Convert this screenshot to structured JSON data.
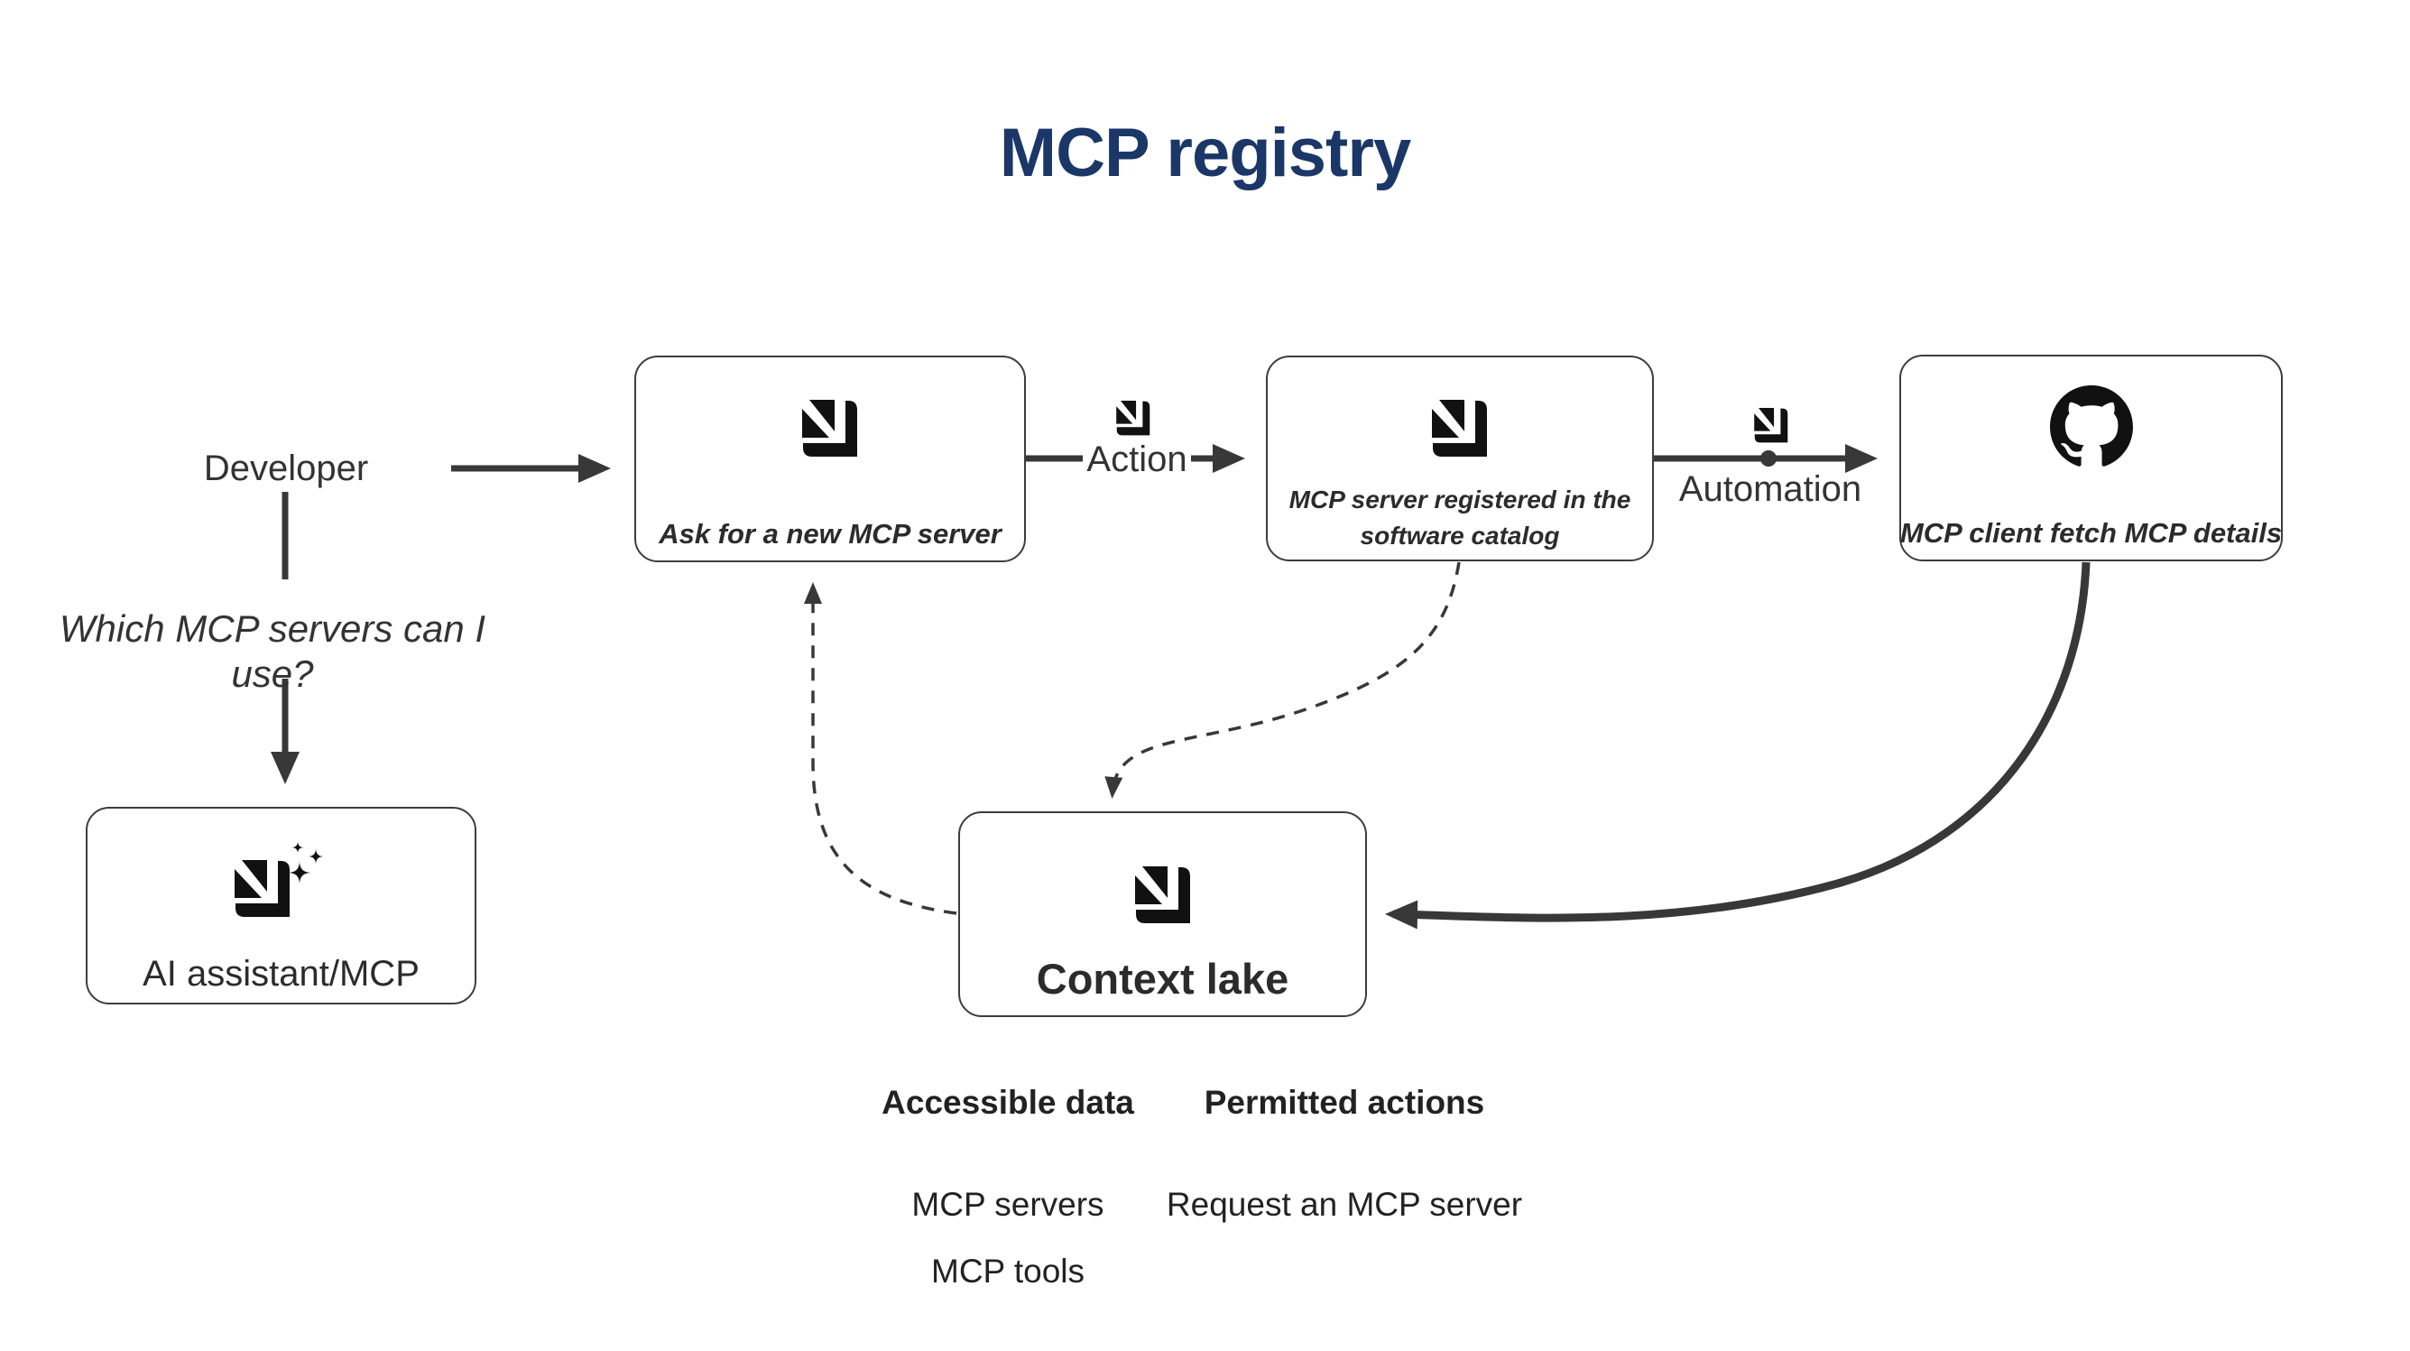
{
  "title": "MCP registry",
  "colors": {
    "title": "#1b3767",
    "line": "#383838",
    "icon": "#111111",
    "box_border": "#3d3d3d",
    "background": "#ffffff"
  },
  "actor": {
    "label": "Developer",
    "question": "Which MCP servers can I use?"
  },
  "nodes": {
    "ask_server": {
      "label": "Ask for a new MCP server",
      "icon": "port-logo-icon"
    },
    "registered": {
      "label": "MCP server registered in the software catalog",
      "icon": "port-logo-icon"
    },
    "fetch_details": {
      "label": "MCP client fetch MCP details",
      "icon": "github-icon"
    },
    "ai_assistant": {
      "label": "AI assistant/MCP",
      "icon": "port-logo-sparkles-icon"
    },
    "context_lake": {
      "label": "Context lake",
      "icon": "port-logo-icon"
    }
  },
  "connectors": {
    "action": {
      "label": "Action",
      "icon": "port-logo-icon"
    },
    "automation": {
      "label": "Automation",
      "icon": "port-logo-icon"
    }
  },
  "legend": {
    "accessible_data": {
      "heading": "Accessible data",
      "items": [
        "MCP servers",
        "MCP tools"
      ]
    },
    "permitted_actions": {
      "heading": "Permitted actions",
      "items": [
        "Request an MCP server"
      ]
    }
  }
}
